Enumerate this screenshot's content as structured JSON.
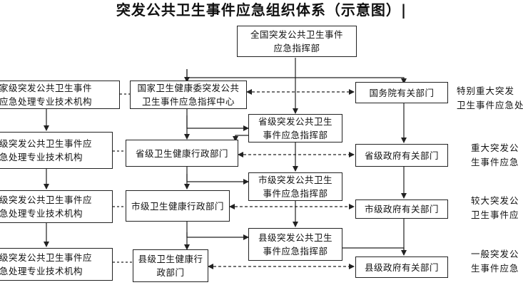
{
  "title": "突发公共卫生事件应急组织体系（示意图）|",
  "nodes": {
    "national_command": "全国突发公共卫生事件\n应急指挥部",
    "nhc_command_center": "国家卫生健康委突发公共\n卫生事件应急指挥中心",
    "state_council_departments": "国务院有关部门",
    "national_tech": "家级突发公共卫生事件\n应急处理专业技术机构",
    "provincial_command": "省级突发公共卫生\n事件应急指挥部",
    "provincial_health_dept": "省级卫生健康行政部门",
    "provincial_gov_departments": "省级政府有关部门",
    "provincial_tech": "级突发公共卫生事件应\n急处理专业技术机构",
    "city_command": "市级突发公共卫生\n事件应急指挥部",
    "city_health_dept": "市级卫生健康行政部门",
    "city_gov_departments": "市级政府有关部门",
    "city_tech": "级突发公共卫生事件应\n急处理专业技术机构",
    "county_command": "县级突发公共卫生\n事件应急指挥部",
    "county_health_dept": "县级卫生健康行\n政部门",
    "county_gov_departments": "县级政府有关部门",
    "county_tech": "级突发公共卫生事件应\n急处理专业技术机构"
  },
  "levels": {
    "especially_major": "特别重大突发\n卫生事件应急处",
    "major": "重大突发公\n生事件应急",
    "larger": "较大突发公\n卫生事件应",
    "general": "一般突发公\n生事件应急"
  }
}
